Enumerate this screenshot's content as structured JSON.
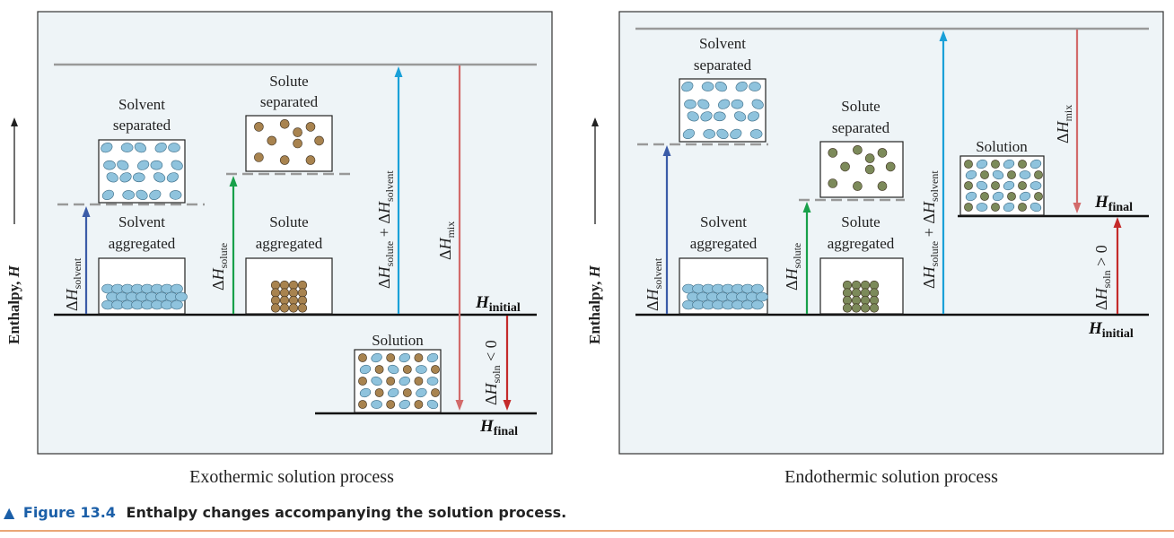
{
  "left": {
    "axis_label": "Enthalpy, ",
    "axis_var": "H",
    "solvent_sep": [
      "Solvent",
      "separated"
    ],
    "solute_sep": [
      "Solute",
      "separated"
    ],
    "solvent_agg": [
      "Solvent",
      "aggregated"
    ],
    "solute_agg": [
      "Solute",
      "aggregated"
    ],
    "solution": "Solution",
    "d_solvent": "solvent",
    "d_solute": "solute",
    "d_sum_a": "solute",
    "d_sum_plus": " + Δ",
    "d_sum_b": "solvent",
    "d_mix": "mix",
    "d_soln": "soln",
    "d_soln_cond": " < 0",
    "h_initial": "initial",
    "h_final": "final",
    "caption": "Exothermic solution process"
  },
  "right": {
    "axis_label": "Enthalpy, ",
    "axis_var": "H",
    "solvent_sep": [
      "Solvent",
      "separated"
    ],
    "solute_sep": [
      "Solute",
      "separated"
    ],
    "solvent_agg": [
      "Solvent",
      "aggregated"
    ],
    "solute_agg": [
      "Solute",
      "aggregated"
    ],
    "solution": "Solution",
    "d_solvent": "solvent",
    "d_solute": "solute",
    "d_sum_a": "solute",
    "d_sum_plus": " + Δ",
    "d_sum_b": "solvent",
    "d_mix": "mix",
    "d_soln": "soln",
    "d_soln_cond": " > 0",
    "h_initial": "initial",
    "h_final": "final",
    "caption": "Endothermic solution process"
  },
  "figure": {
    "marker": "▲",
    "number": "Figure 13.4",
    "text": "Enthalpy changes accompanying the solution process."
  },
  "colors": {
    "panel_bg": "#eef4f7",
    "solvent_particle": "#8fc3dd",
    "solute_left": "#a8834f",
    "solute_right": "#7c8a5a",
    "arrow_solvent": "#3b5ca8",
    "arrow_solute": "#18a04a",
    "arrow_sum": "#1aa0d8",
    "arrow_mix": "#d26a6a",
    "arrow_soln": "#c42a2a",
    "caption_blue": "#1b5fa8",
    "rule_orange": "#e28a4a"
  }
}
